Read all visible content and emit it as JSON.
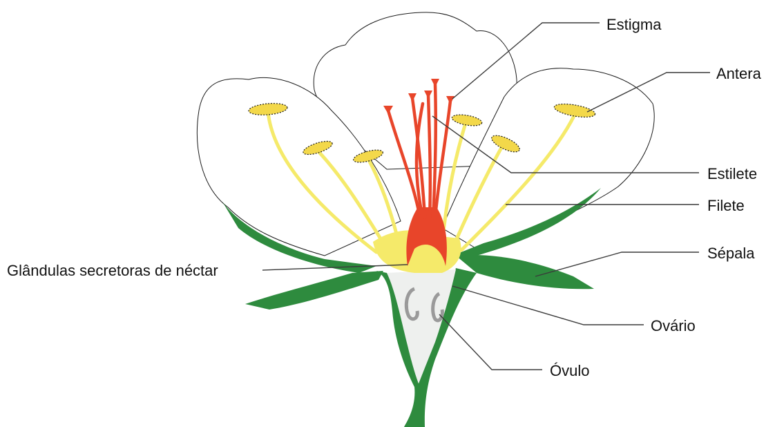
{
  "labels": {
    "estigma": "Estigma",
    "antera": "Antera",
    "estilete": "Estilete",
    "filete": "Filete",
    "sepala": "Sépala",
    "glandulas": "Glândulas secretoras de néctar",
    "ovario": "Ovário",
    "ovulo": "Óvulo"
  },
  "colors": {
    "sepal_green": "#2e8b3e",
    "stamen_yellow": "#f5ea6a",
    "anther_yellow": "#f3d84a",
    "pistil_red": "#e8452a",
    "ovary_fill": "#eef0ee",
    "petal_outline": "#1a1a1a",
    "leader_line": "#3a3a3a"
  }
}
